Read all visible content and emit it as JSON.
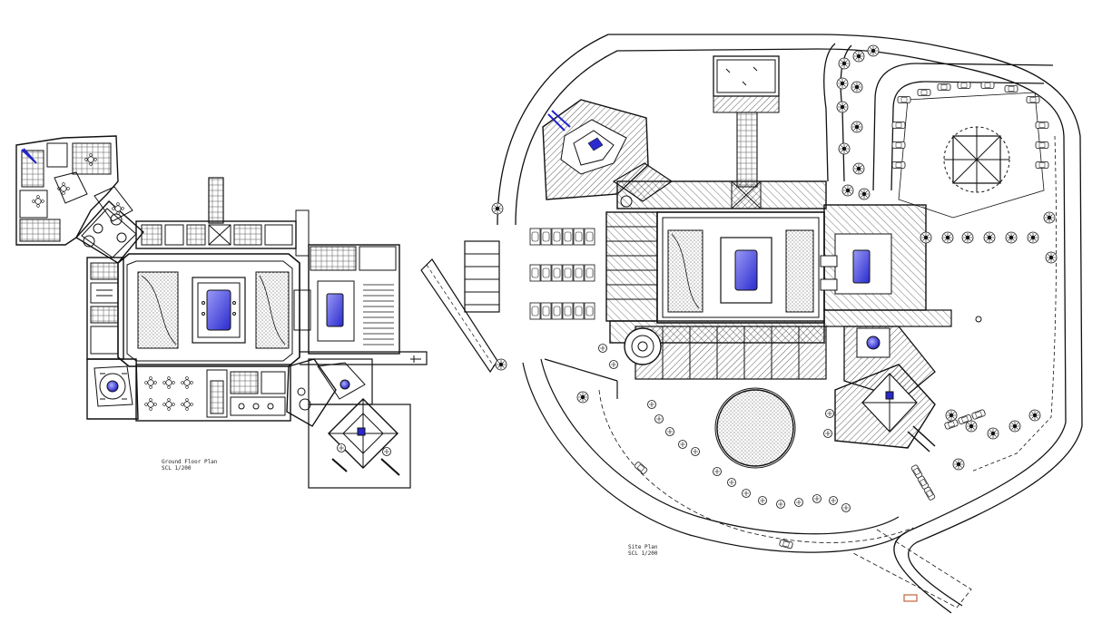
{
  "drawings": [
    {
      "id": "ground-floor",
      "title": "Ground Floor Plan",
      "scale": "SCL 1/200"
    },
    {
      "id": "site",
      "title": "Site Plan",
      "scale": "SCL 1/200"
    }
  ],
  "colors": {
    "line": "#111111",
    "pool": "#3a3ad8",
    "pool_light": "#8f8ff0",
    "hatch": "#444444",
    "accent_car": "#c2643c"
  },
  "icons": [
    "tree-icon",
    "car-icon",
    "pool-icon",
    "gazebo-icon"
  ]
}
